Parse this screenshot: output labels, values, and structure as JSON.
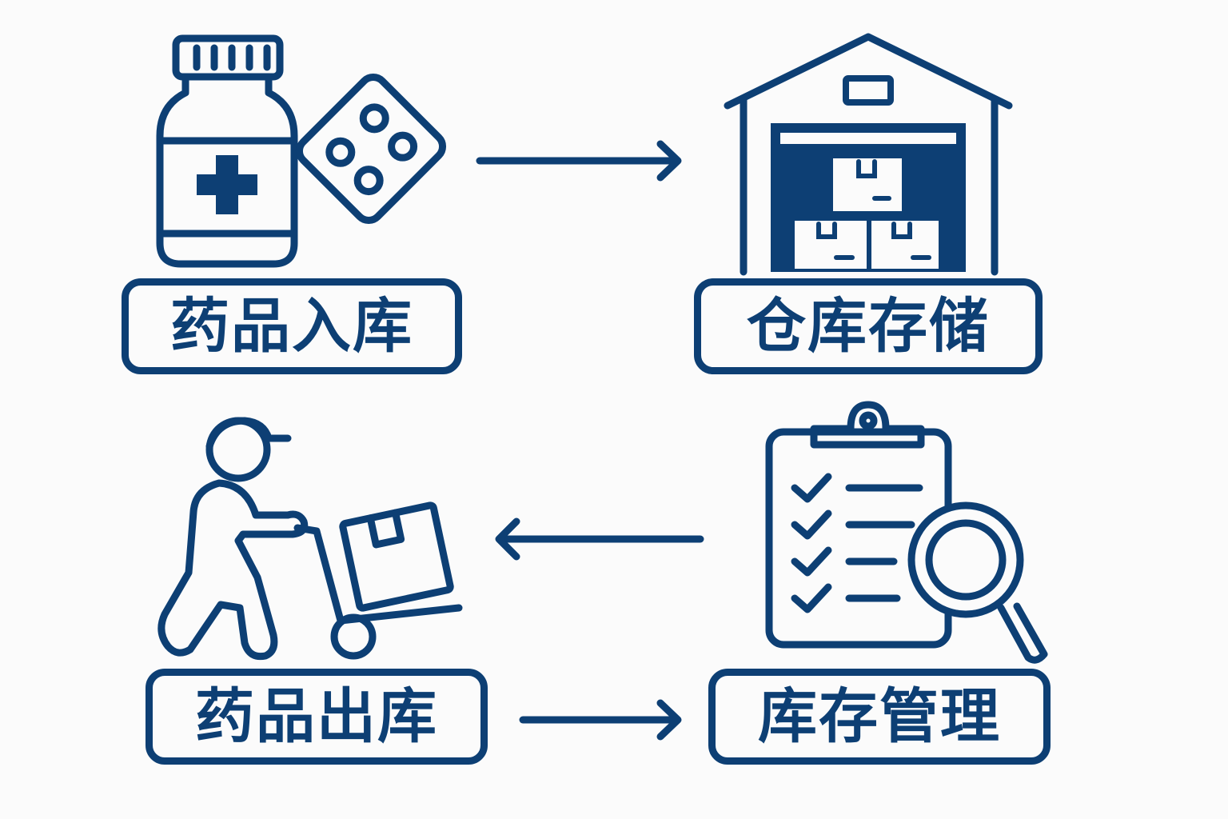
{
  "colors": {
    "primary": "#0d3f74",
    "background": "#fbfbfb"
  },
  "steps": [
    {
      "label": "药品入库",
      "icon": "medicine-bottle-pills-icon"
    },
    {
      "label": "仓库存储",
      "icon": "warehouse-icon"
    },
    {
      "label": "药品出库",
      "icon": "worker-hand-truck-icon"
    },
    {
      "label": "库存管理",
      "icon": "clipboard-magnifier-icon"
    }
  ],
  "arrows": [
    {
      "from": "药品入库",
      "to": "仓库存储",
      "icon": "arrow-right-icon"
    },
    {
      "from": "库存管理",
      "to": "药品出库",
      "icon": "arrow-left-icon"
    },
    {
      "from": "药品出库",
      "to": "库存管理",
      "icon": "arrow-right-icon"
    }
  ]
}
